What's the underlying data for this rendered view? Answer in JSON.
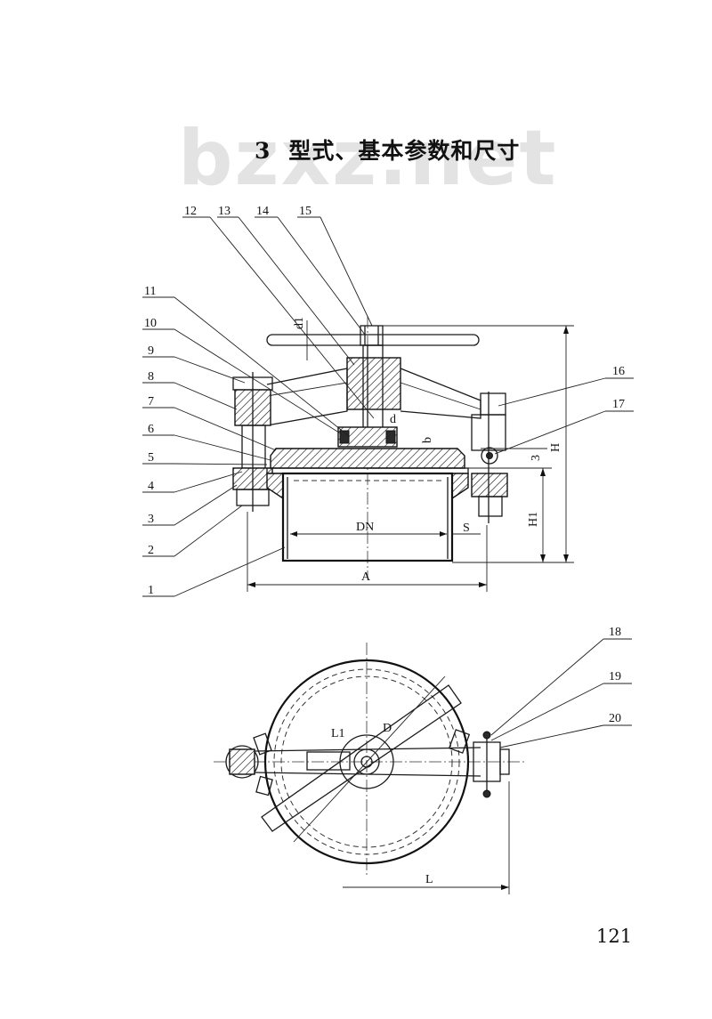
{
  "page": {
    "watermark": "bzxz.net",
    "section_number": "3",
    "section_title": "型式、基本参数和尺寸",
    "page_number": "121"
  },
  "side_view": {
    "callouts": [
      "1",
      "2",
      "3",
      "4",
      "5",
      "6",
      "7",
      "8",
      "9",
      "10",
      "11",
      "12",
      "13",
      "14",
      "15",
      "16",
      "17"
    ],
    "dimensions": {
      "nominal_diameter": "DN",
      "overall_width": "A",
      "wall": "S",
      "overall_height": "H",
      "body_height": "H1",
      "gap": "3",
      "stem": "d",
      "thickness": "b",
      "handle": "d1"
    }
  },
  "plan_view": {
    "callouts": [
      "18",
      "19",
      "20"
    ],
    "dimensions": {
      "diameter": "D",
      "handle_length": "L1",
      "hinge_distance": "L"
    }
  }
}
